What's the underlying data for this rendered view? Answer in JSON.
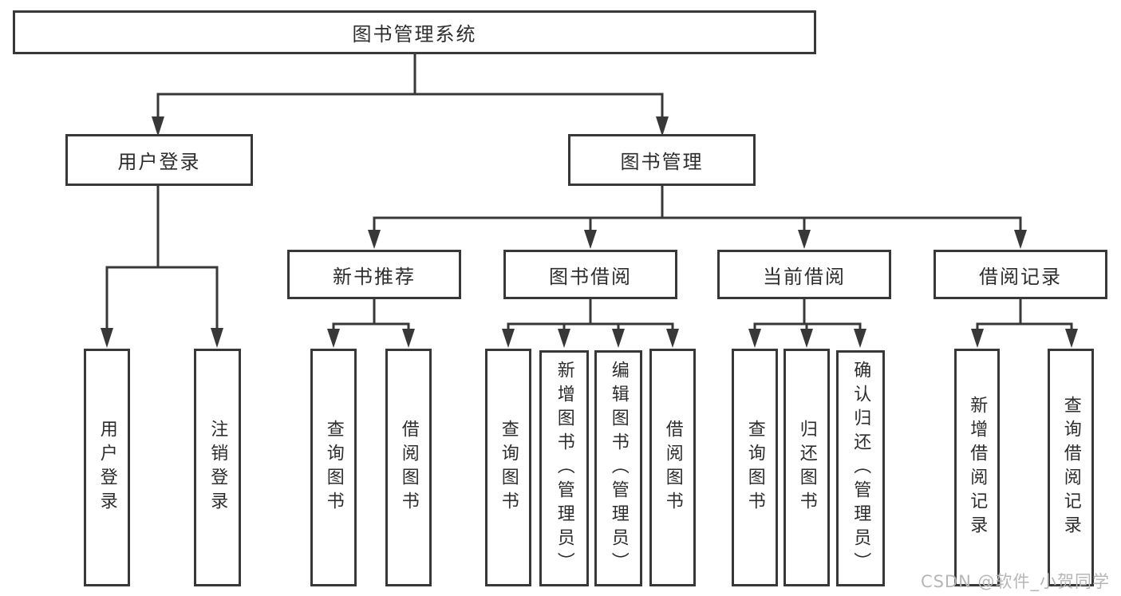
{
  "diagram": {
    "type": "tree",
    "root": {
      "label": "图书管理系统",
      "children": [
        {
          "label": "用户登录",
          "children": [
            {
              "label": "用户登录"
            },
            {
              "label": "注销登录"
            }
          ]
        },
        {
          "label": "图书管理",
          "children": [
            {
              "label": "新书推荐",
              "children": [
                {
                  "label": "查询图书"
                },
                {
                  "label": "借阅图书"
                }
              ]
            },
            {
              "label": "图书借阅",
              "children": [
                {
                  "label": "查询图书"
                },
                {
                  "label": "新增图书（管理员）"
                },
                {
                  "label": "编辑图书（管理员）"
                },
                {
                  "label": "借阅图书"
                }
              ]
            },
            {
              "label": "当前借阅",
              "children": [
                {
                  "label": "查询图书"
                },
                {
                  "label": "归还图书"
                },
                {
                  "label": "确认归还（管理员）"
                }
              ]
            },
            {
              "label": "借阅记录",
              "children": [
                {
                  "label": "新增借阅记录"
                },
                {
                  "label": "查询借阅记录"
                }
              ]
            }
          ]
        }
      ]
    }
  },
  "watermark": {
    "text": "CSDN @软件_小贺同学",
    "color": "#b6b6b6"
  },
  "colors": {
    "line": "#383838",
    "text": "#2d2d2d",
    "box_bg": "#ffffff",
    "page_bg": "#ffffff"
  }
}
